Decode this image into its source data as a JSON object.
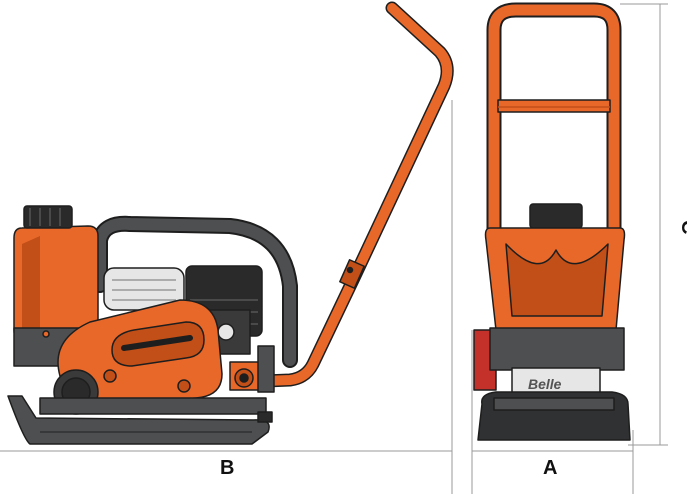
{
  "dimensions": {
    "width_label": "B",
    "plate_width_label": "A",
    "height_label": "C"
  },
  "branding": {
    "logo_text": "Belle"
  },
  "colors": {
    "body_orange": "#e8682a",
    "body_orange_dark": "#c14f17",
    "frame_dark": "#4d4f50",
    "frame_darker": "#2f3132",
    "engine_light": "#e6e6e6",
    "engine_dark": "#2a2a2a",
    "dimension_line": "#9a9a9a"
  }
}
